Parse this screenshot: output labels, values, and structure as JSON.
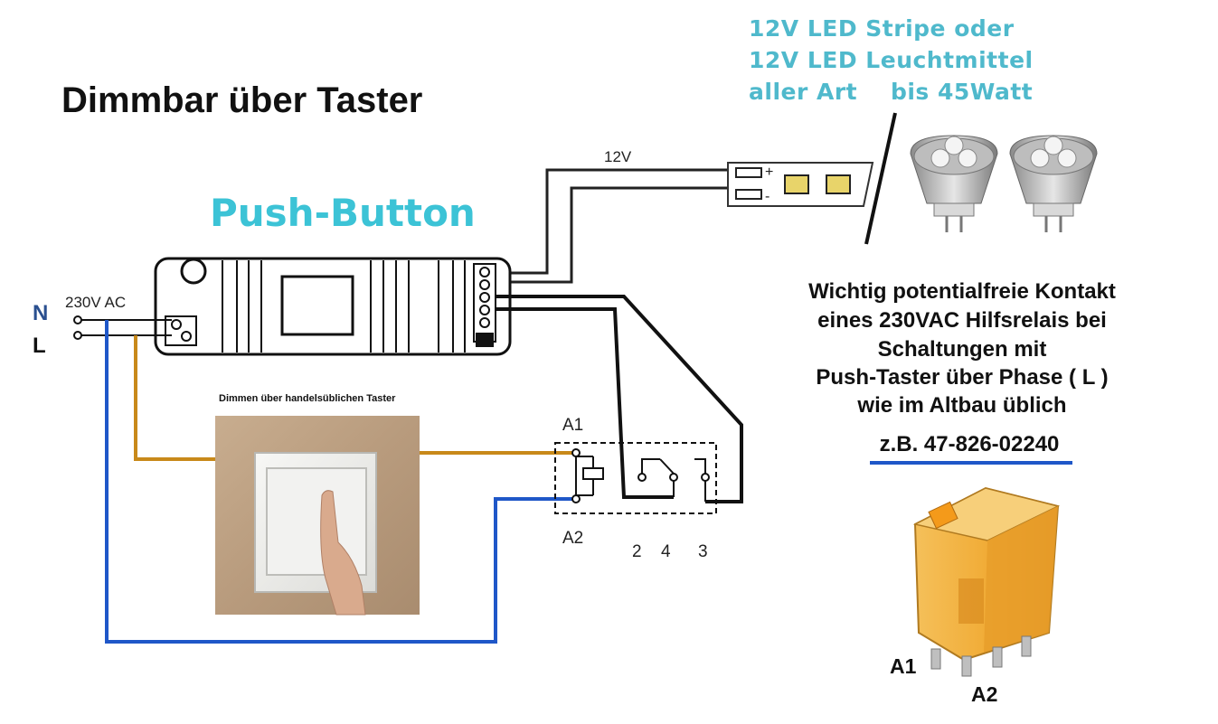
{
  "title": "Dimmbar über Taster",
  "controller": {
    "label": "Push-Button"
  },
  "supply": {
    "voltage_label": "230V AC",
    "n_label": "N",
    "l_label": "L"
  },
  "output": {
    "voltage_label": "12V",
    "plus": "+",
    "minus": "-"
  },
  "led_note": [
    "12V LED Stripe oder",
    "12V LED Leuchtmittel",
    "aller Art    bis 45Watt"
  ],
  "switch": {
    "caption": "Dimmen über handelsüblichen Taster"
  },
  "relay": {
    "coil_top": "A1",
    "coil_bottom": "A2",
    "contacts": [
      "2",
      "4",
      "3"
    ],
    "photo_pin_a1": "A1",
    "photo_pin_a2": "A2"
  },
  "note": {
    "lines": [
      "Wichtig potentialfreie Kontakt",
      "eines 230VAC Hilfsrelais bei",
      "Schaltungen mit",
      "Push-Taster über Phase ( L )",
      "wie im Altbau üblich"
    ],
    "part_number": "z.B. 47-826-02240"
  },
  "colors": {
    "orange_wire": "#c8891a",
    "blue_wire": "#1f57c8",
    "black_wire": "#111111",
    "brand": "#3cc3d6",
    "led_text": "#4fb9cc",
    "relay_body": "#f3b13a",
    "n_color": "#2a4f8f"
  }
}
